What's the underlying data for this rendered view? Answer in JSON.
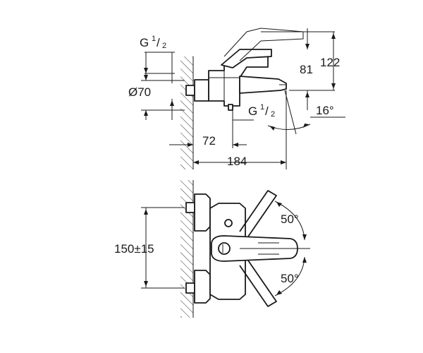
{
  "labels": {
    "inlet_thread": "G",
    "inlet_thread_fraction_num": "1",
    "inlet_thread_fraction_den": "2",
    "diameter": "Ø70",
    "outlet_thread": "G",
    "outlet_thread_fraction_num": "1",
    "outlet_thread_fraction_den": "2",
    "height_lever": "81",
    "height_total": "122",
    "spout_angle": "16°",
    "depth_inlet": "72",
    "depth_total": "184",
    "centres": "150±15",
    "lever_angle_up": "50°",
    "lever_angle_down": "50°"
  }
}
